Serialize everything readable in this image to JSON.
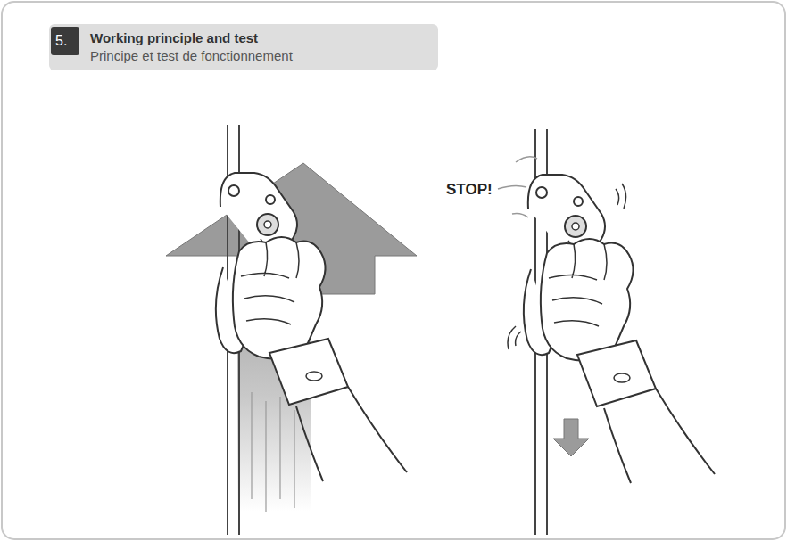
{
  "diagram": {
    "nodes": [
      {
        "text": [
          "Working principle and test",
          "Principe et test de fonctionnement"
        ]
      },
      {
        "text": [
          "5."
        ],
        "in": 0
      }
    ],
    "labels": [
      "STOP!"
    ]
  }
}
